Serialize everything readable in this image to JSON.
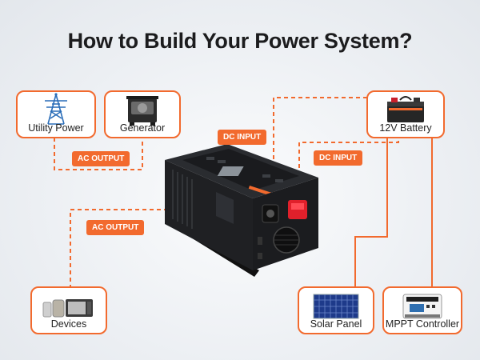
{
  "title": "How to Build Your Power System?",
  "colors": {
    "accent": "#f26a2e",
    "inverter_body": "#1f2023",
    "positive_terminal": "#e0202b"
  },
  "nodes": {
    "utility_power": {
      "label": "Utility Power",
      "icon": "transmission-tower-icon"
    },
    "generator": {
      "label": "Generator",
      "icon": "generator-icon"
    },
    "battery": {
      "label": "12V Battery",
      "icon": "battery-icon"
    },
    "devices": {
      "label": "Devices",
      "icon": "appliances-icon"
    },
    "solar_panel": {
      "label": "Solar Panel",
      "icon": "solar-panel-icon"
    },
    "mppt_controller": {
      "label": "MPPT Controller",
      "icon": "charge-controller-icon"
    }
  },
  "tags": {
    "ac_output_top": "AC OUTPUT",
    "ac_output_left": "AC OUTPUT",
    "dc_input_left": "DC INPUT",
    "dc_input_right": "DC INPUT"
  }
}
